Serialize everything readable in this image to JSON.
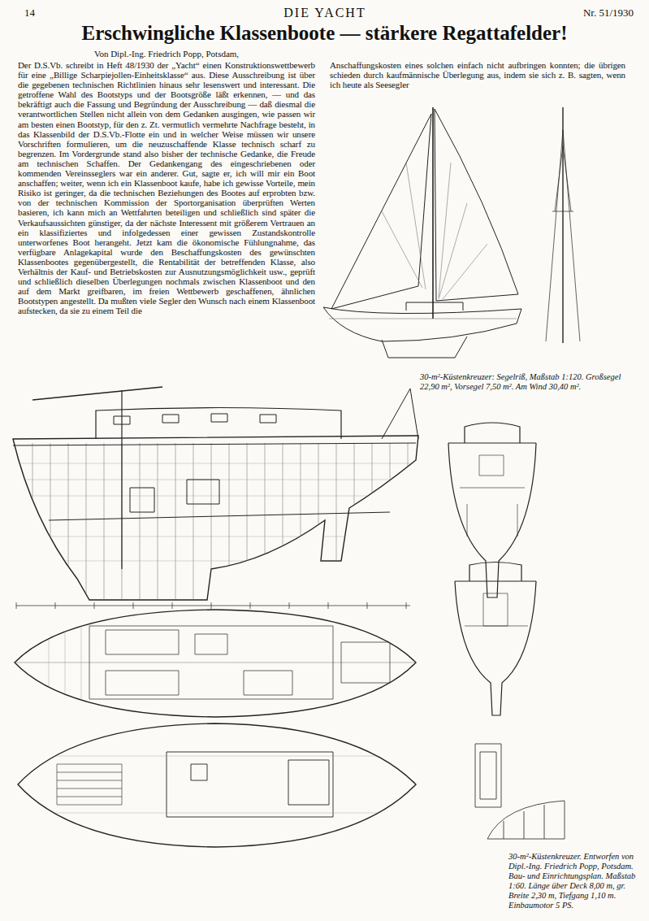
{
  "diagram": {
    "title": "Erschwingliche Klassenboote — stärkere Regattafelder!",
    "caption": "30-m²-Küstenkreuzer. Entworfen von Dipl.-Ing. Friedrich Popp, Potsdam. Bau- und Einrichtungsplan. Maßstab 1:60. Länge über Deck 8,00 m, gr. Breite 2,30 m, Tiefgang 1,10 m. Einbaumotor 5 PS.",
    "labels": [
      "14",
      "DIE YACHT",
      "Nr. 51/1930",
      "Von Dipl.-Ing. Friedrich Popp, Potsdam,",
      "Der D.S.Vb. schreibt in Heft 48/1930 der „Yacht“ einen Konstruktionswettbewerb für eine „Billige Scharpiejollen-Einheitsklasse“ aus. Diese Ausschreibung ist über die gegebenen technischen Richtlinien hinaus sehr lesenswert und interessant. Die getroffene Wahl des Bootstyps und der Bootsgröße läßt erkennen, — und das bekräftigt auch die Fassung und Begründung der Ausschreibung — daß diesmal die verantwortlichen Stellen nicht allein von dem Gedanken ausgingen, wie passen wir am besten einen Bootstyp, für den z. Zt. vermutlich vermehrte Nachfrage besteht, in das Klassenbild der D.S.Vb.-Flotte ein und in welcher Weise müssen wir unsere Vorschriften formulieren, um die neuzuschaffende Klasse technisch scharf zu begrenzen. Im Vordergrunde stand also bisher der technische Gedanke, die Freude am technischen Schaffen. Der Gedankengang des eingeschriebenen oder kommenden Vereinsseglers war ein anderer. Gut, sagte er, ich will mir ein Boot anschaffen; weiter, wenn ich ein Klassenboot kaufe, habe ich gewisse Vorteile, mein Risiko ist geringer, da die technischen Beziehungen des Bootes auf erprobten bzw. von der technischen Kommission der Sportorganisation überprüften Werten basieren, ich kann mich an Wettfahrten beteiligen und schließlich sind später die Verkaufsaussichten günstiger, da der nächste Interessent mit größerem Vertrauen an ein klassifiziertes und infolgedessen einer gewissen Zustandskontrolle unterworfenes Boot herangeht. Jetzt kam die ökonomische Fühlungnahme, das verfügbare Anlagekapital wurde den Beschaffungskosten des gewünschten Klassenbootes gegenübergestellt, die Rentabilität der betreffenden Klasse, also Verhältnis der Kauf- und Betriebskosten zur Ausnutzungsmöglichkeit usw., geprüft und schließlich dieselben Überlegungen nochmals zwischen Klassenboot und den auf dem Markt greifbaren, im freien Wettbewerb geschaffenen, ähnlichen Bootstypen angestellt. Da mußten viele Segler den Wunsch nach einem Klassenboot aufstecken, da sie zu einem Teil die",
      "Anschaffungskosten eines solchen einfach nicht aufbringen konnten; die übrigen schieden durch kaufmännische Überlegung aus, indem sie sich z. B. sagten, wenn ich heute als Seesegler",
      "30-m²-Küstenkreuzer: Segelriß, Maßstab 1:120. Großsegel 22,90 m², Vorsegel 7,50 m². Am Wind 30,40 m²."
    ]
  }
}
